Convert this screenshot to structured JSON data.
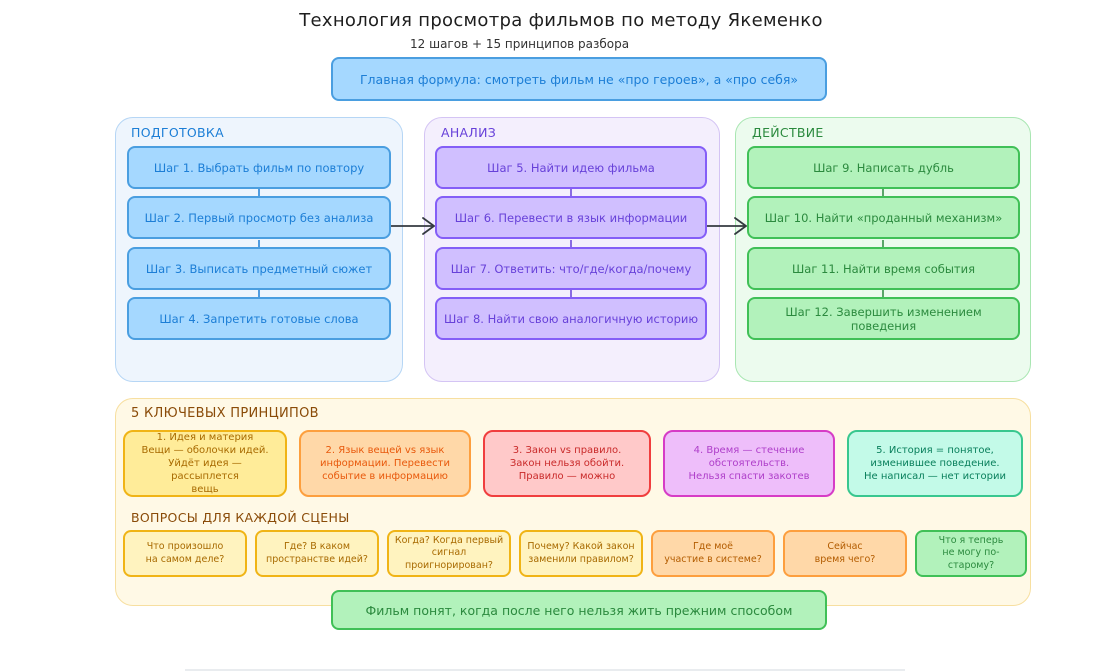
{
  "header": {
    "title": "Технология просмотра фильмов по методу Якеменко",
    "subtitle": "12 шагов + 15 принципов разбора"
  },
  "formula": "Главная формула: смотреть фильм не «про героев», а «про себя»",
  "sections": {
    "preparation": {
      "label": "ПОДГОТОВКА",
      "steps": [
        "Шаг 1. Выбрать фильм по повтору",
        "Шаг 2. Первый просмотр без анализа",
        "Шаг 3. Выписать предметный сюжет",
        "Шаг 4. Запретить готовые слова"
      ]
    },
    "analysis": {
      "label": "АНАЛИЗ",
      "steps": [
        "Шаг 5. Найти идею фильма",
        "Шаг 6. Перевести в язык информации",
        "Шаг 7. Ответить: что/где/когда/почему",
        "Шаг 8. Найти свою аналогичную историю"
      ]
    },
    "action": {
      "label": "ДЕЙСТВИЕ",
      "steps": [
        "Шаг 9. Написать дубль",
        "Шаг 10. Найти «проданный механизм»",
        "Шаг 11. Найти время события",
        "Шаг 12. Завершить изменением поведения"
      ]
    }
  },
  "principles": {
    "label": "5 КЛЮЧЕВЫХ ПРИНЦИПОВ",
    "items": [
      "1. Идея и материя\nВещи — оболочки идей.\nУйдёт идея — рассыплется\nвещь",
      "2. Язык вещей vs язык\nинформации. Перевести\nсобытие в информацию",
      "3. Закон vs правило.\nЗакон нельзя обойти.\nПравило — можно",
      "4. Время — стечение\nобстоятельств.\nНельзя спасти закотев",
      "5. История = понятое,\nизменившее поведение.\nНе написал — нет истории"
    ]
  },
  "questions": {
    "label": "ВОПРОСЫ ДЛЯ КАЖДОЙ СЦЕНЫ",
    "items": [
      "Что произошло\nна самом деле?",
      "Где? В каком\nпространстве идей?",
      "Когда? Когда первый\nсигнал\nпроигнорирован?",
      "Почему? Какой закон\nзаменили правилом?",
      "Где моё\nучастие в системе?",
      "Сейчас\nвремя чего?",
      "Что я теперь\nне могу по-старому?"
    ]
  },
  "final": "Фильм понят, когда после него нельзя жить прежним способом",
  "colors": {
    "blue": "#a5d8ff",
    "purple": "#d0bfff",
    "green": "#b2f2bb",
    "yellow": "#ffec99",
    "orange": "#ffd8a8",
    "red": "#ffc9c9",
    "pink": "#eebefa",
    "teal": "#c3fae8"
  }
}
